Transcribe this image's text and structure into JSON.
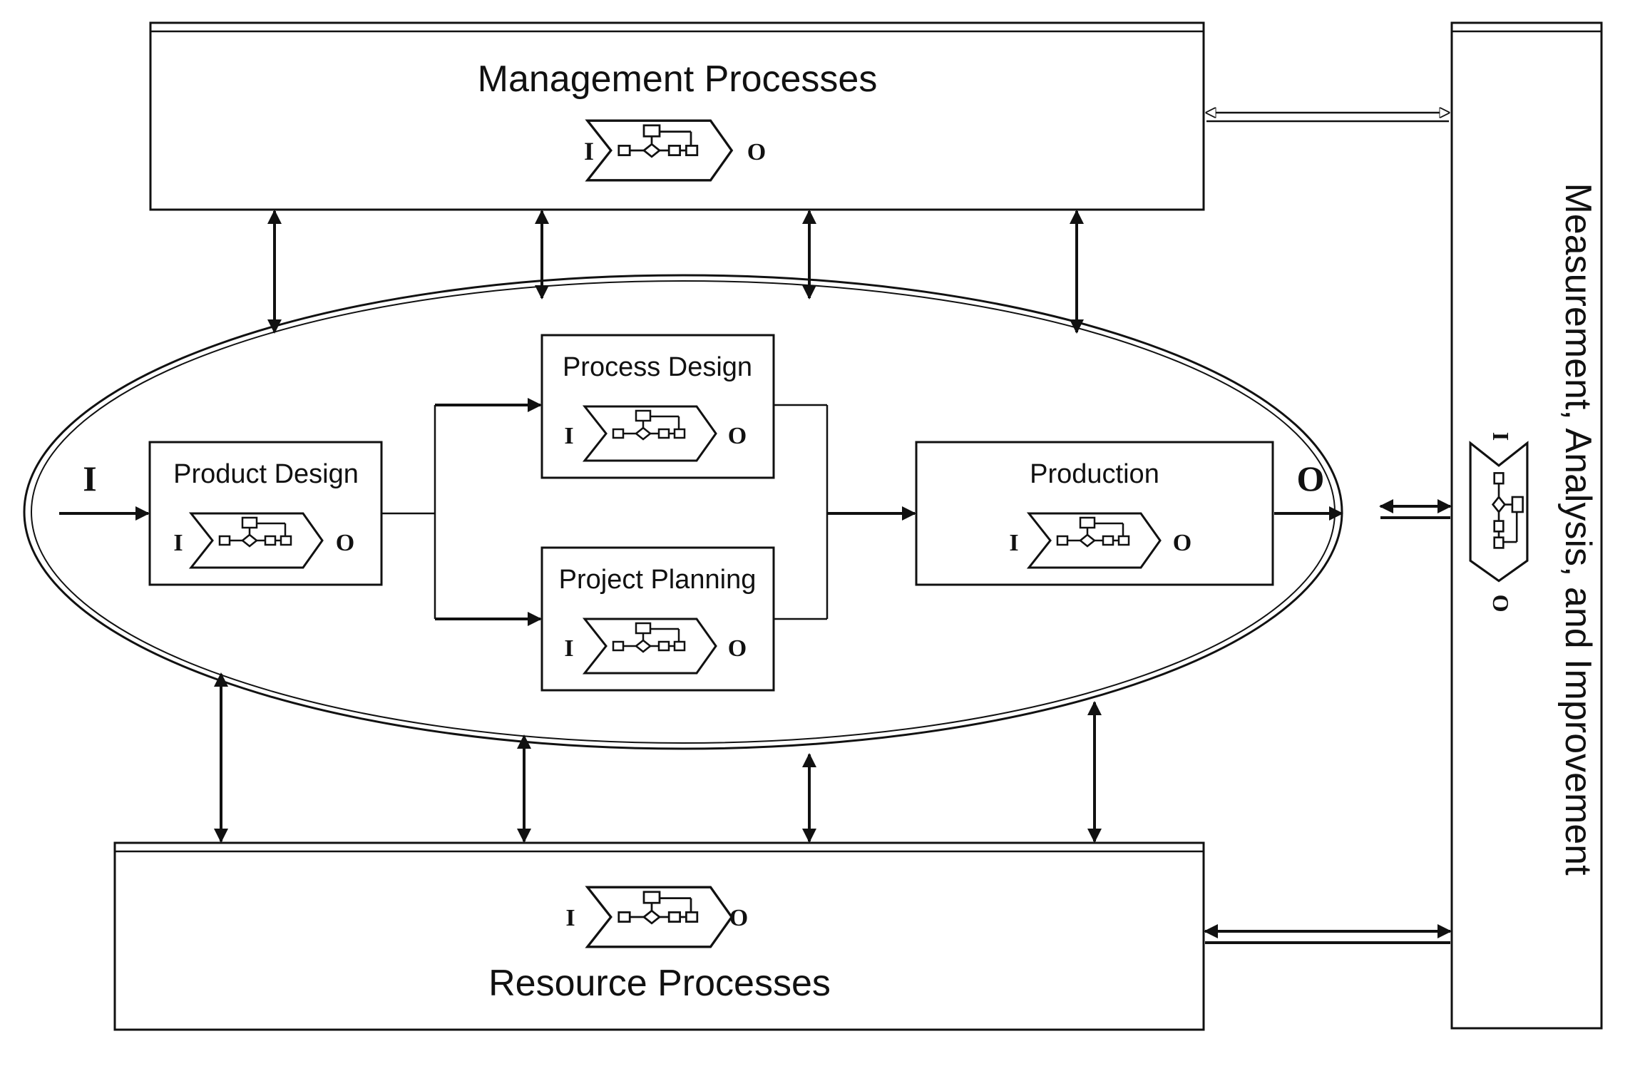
{
  "management": {
    "title": "Management Processes",
    "input": "I",
    "output": "O"
  },
  "resource": {
    "title": "Resource Processes",
    "input": "I",
    "output": "O"
  },
  "measurement": {
    "title": "Measurement, Analysis, and Improvement",
    "input": "I",
    "output": "O"
  },
  "core": {
    "input": "I",
    "output": "O",
    "product_design": {
      "title": "Product Design",
      "input": "I",
      "output": "O"
    },
    "process_design": {
      "title": "Process Design",
      "input": "I",
      "output": "O"
    },
    "project_planning": {
      "title": "Project Planning",
      "input": "I",
      "output": "O"
    },
    "production": {
      "title": "Production",
      "input": "I",
      "output": "O"
    }
  }
}
